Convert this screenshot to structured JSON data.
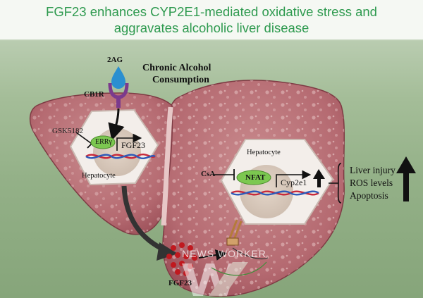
{
  "title": {
    "line1": "FGF23 enhances CYP2E1-mediated oxidative stress and",
    "line2": "aggravates alcoholic liver disease"
  },
  "labels": {
    "ligand": "2AG",
    "receptor": "CB1R",
    "stimulus_line1": "Chronic Alcohol",
    "stimulus_line2": "Consumption",
    "inhibitor_left": "GSK5182",
    "factor_left": "ERRγ",
    "gene_left": "FGF23",
    "cell_left": "Hepatocyte",
    "cell_right": "Hepatocyte",
    "inhibitor_right": "CsA",
    "factor_right": "NFAT",
    "gene_right": "Cyp2e1",
    "secreted": "FGF23"
  },
  "outcomes": [
    "Liver injury",
    "ROS levels",
    "Apoptosis"
  ],
  "watermark": "NEWS WORKER",
  "colors": {
    "title": "#2e9a4f",
    "liver": "#b76e74",
    "nucleus": "#d9cbbe",
    "transcription_factor": "#7cc850",
    "secreted_dots": "#c0191f",
    "receptor": "#7b3a8d",
    "ligand": "#2a8fd0"
  }
}
